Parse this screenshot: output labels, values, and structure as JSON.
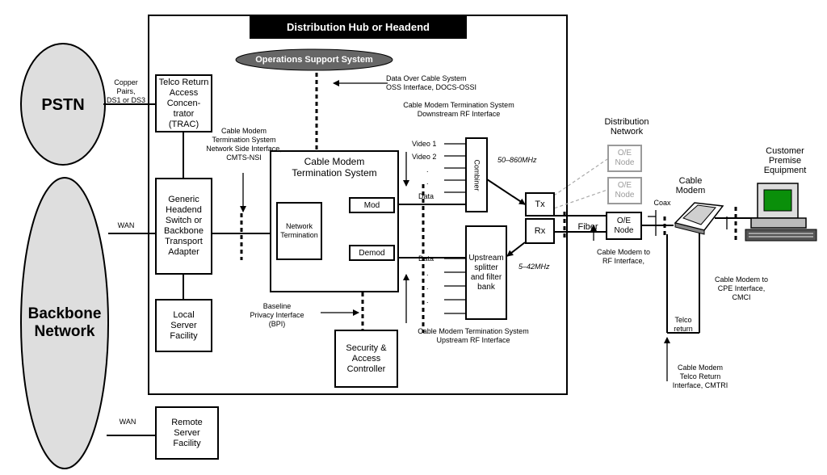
{
  "diagram": {
    "hub_title": "Distribution Hub or Headend",
    "oss": "Operations Support System",
    "pstn": "PSTN",
    "backbone": "Backbone\nNetwork",
    "trac": "Telco Return\nAccess\nConcen-\ntrator\n(TRAC)",
    "generic_switch": "Generic\nHeadend\nSwitch or\nBackbone\nTransport\nAdapter",
    "local_server": "Local\nServer\nFacility",
    "remote_server": "Remote\nServer\nFacility",
    "cmts": "Cable Modem\nTermination System",
    "network_termination": "Network\nTermination",
    "mod": "Mod",
    "demod": "Demod",
    "combiner": "Combiner",
    "splitter": "Upstream\nsplitter\nand filter\nbank",
    "security": "Security &\nAccess\nController",
    "tx": "Tx",
    "rx": "Rx",
    "oe_node": "O/E\nNode",
    "distribution_network": "Distribution\nNetwork",
    "cable_modem": "Cable\nModem",
    "cpe": "Customer\nPremise\nEquipment",
    "copper": "Copper\nPairs,\nDS1 or DS3",
    "wan": "WAN",
    "cmts_nsi": "Cable Modem\nTermination System\nNetwork Side Interface,\nCMTS-NSI",
    "docs_ossi": "Data Over Cable System\nOSS Interface, DOCS-OSSI",
    "downstream_rf": "Cable Modem Termination System\nDownstream RF Interface",
    "upstream_rf": "Cable Modem Termination System\nUpstream RF Interface",
    "bpi": "Baseline\nPrivacy Interface\n(BPI)",
    "video1": "Video 1",
    "video2": "Video 2",
    "dot": ".",
    "data": "Data",
    "freq_down": "50–860MHz",
    "freq_up": "5–42MHz",
    "fiber": "Fiber",
    "coax": "Coax",
    "cm_rf": "Cable Modem to\nRF Interface,",
    "cmci": "Cable Modem to\nCPE Interface,\nCMCI",
    "telco_return": "Telco\nreturn",
    "cmtri": "Cable Modem\nTelco Return\nInterface, CMTRI"
  }
}
